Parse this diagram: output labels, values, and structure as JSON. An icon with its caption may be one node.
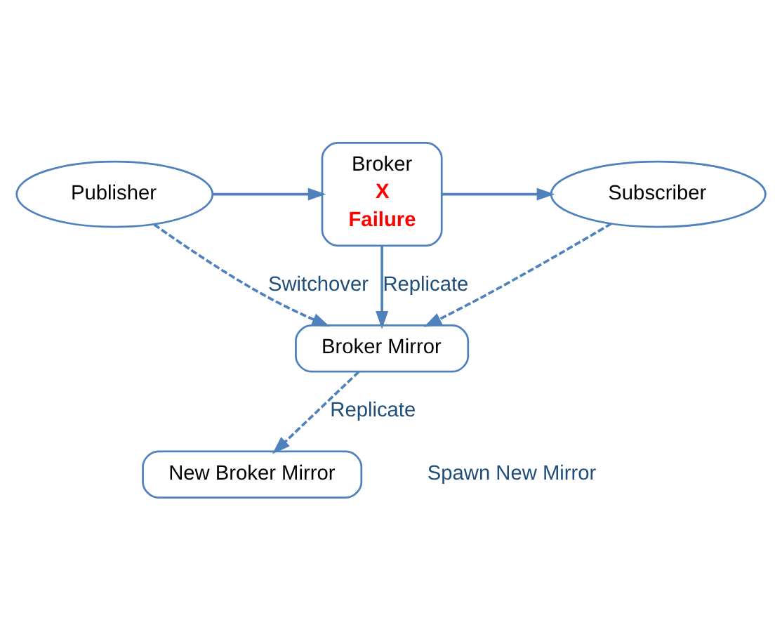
{
  "diagram": {
    "nodes": [
      {
        "text": [
          "Publisher"
        ]
      },
      {
        "text": [
          "Broker",
          "X",
          "Failure"
        ]
      },
      {
        "text": [
          "Subscriber"
        ]
      },
      {
        "text": [
          "Broker Mirror"
        ]
      },
      {
        "text": [
          "New Broker Mirror"
        ]
      }
    ],
    "edges": [
      {
        "from": 0,
        "to": 1,
        "arrow": "to"
      },
      {
        "from": 1,
        "to": 2,
        "arrow": "to"
      },
      {
        "from": 1,
        "to": 3,
        "arrow": "to",
        "label": "Replicate"
      },
      {
        "from": 0,
        "to": 3,
        "arrow": "to",
        "style": "dashed",
        "label": "Switchover"
      },
      {
        "from": 2,
        "to": 3,
        "arrow": "to",
        "style": "dashed"
      },
      {
        "from": 3,
        "to": 4,
        "arrow": "to",
        "style": "dashed",
        "label": "Replicate"
      }
    ],
    "labels": [
      "Spawn New Mirror"
    ]
  }
}
